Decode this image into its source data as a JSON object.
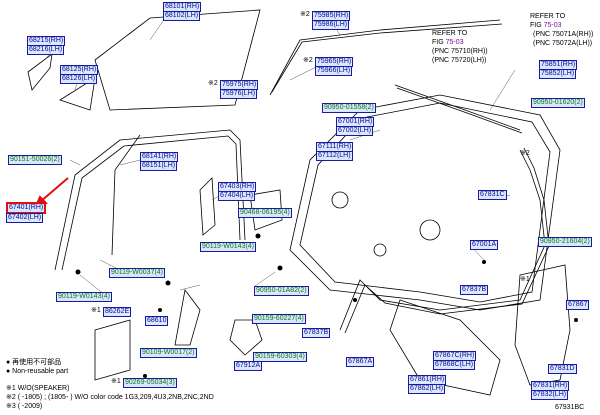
{
  "labels": {
    "l68101": "68101(RH)",
    "l68102": "68102(LH)",
    "l68215": "68215(RH)",
    "l68216": "68216(LH)",
    "l68125": "68125(RH)",
    "l68126": "68126(LH)",
    "l75975": "75975(RH)",
    "l75976": "75976(LH)",
    "l75985": "75985(RH)",
    "l75986": "75986(LH)",
    "l75965": "75965(RH)",
    "l75966": "75966(LH)",
    "l75851": "75851(RH)",
    "l75852": "75852(LH)",
    "l90950a": "90950-01558(2)",
    "l90950b": "90950-01620(2)",
    "l67001": "67001(RH)",
    "l67002": "67002(LH)",
    "l67111": "67111(RH)",
    "l67112": "67112(LH)",
    "l68141": "68141(RH)",
    "l68151": "68151(LH)",
    "l90151": "90151-50026(2)",
    "l67403": "67403(RH)",
    "l67404": "67404(LH)",
    "l67401": "67401(RH)",
    "l67402": "67402(LH)",
    "l90468": "90468-06195(4)",
    "l90119a": "90119-W0143(4)",
    "l90119b": "90119-W0037(4)",
    "l90119c": "90119-W0143(4)",
    "l90950c": "90950-01A82(2)",
    "l67831c": "67831C",
    "l67001a": "67001A",
    "l90950d": "90950-21604(2)",
    "l67837b": "67837B",
    "l86262e": "86262E",
    "l68610": "68610",
    "l90159a": "90159-60227(4)",
    "l67837b2": "67837B",
    "l90109": "90109-W0017(2)",
    "l90159b": "90159-60303(4)",
    "l67912a": "67912A",
    "l67867a": "67867A",
    "l67867c": "67867C(RH)",
    "l67868c": "67868C(LH)",
    "l67861": "67861(RH)",
    "l67862": "67862(LH)",
    "l67831": "67831(RH)",
    "l67832": "67832(LH)",
    "l67831d": "67831D",
    "l67867": "67867",
    "l90269": "90269-05034(3)"
  },
  "marks": {
    "m1a": "※1",
    "m2a": "※2",
    "m2b": "※2",
    "m2c": "※2",
    "m2d": "※2",
    "m1b": "※1",
    "m1c": "※1"
  },
  "refer": {
    "line1": "REFER TO",
    "line2": "FIG",
    "fig": "75-03",
    "line3": "(PNC 75071A(RH))",
    "line4": "(PNC 75072A(LH))",
    "line5": "REFER TO",
    "line6": "FIG",
    "fig2": "75-03",
    "line7": "(PNC 75710(RH))",
    "line8": "(PNC 75720(LH))"
  },
  "legend": {
    "item1": "● 再使用不可部品",
    "item2": "● Non-reusable part",
    "note1": "※1 W/O(SPEAKER)",
    "note2": "※2 (       -1805) ; (1805-       ) W/O color code 1G3,209,4U3,2NB,2NC,2ND",
    "note3": "※3 (       -2009)"
  },
  "figure_id": "67931BC"
}
